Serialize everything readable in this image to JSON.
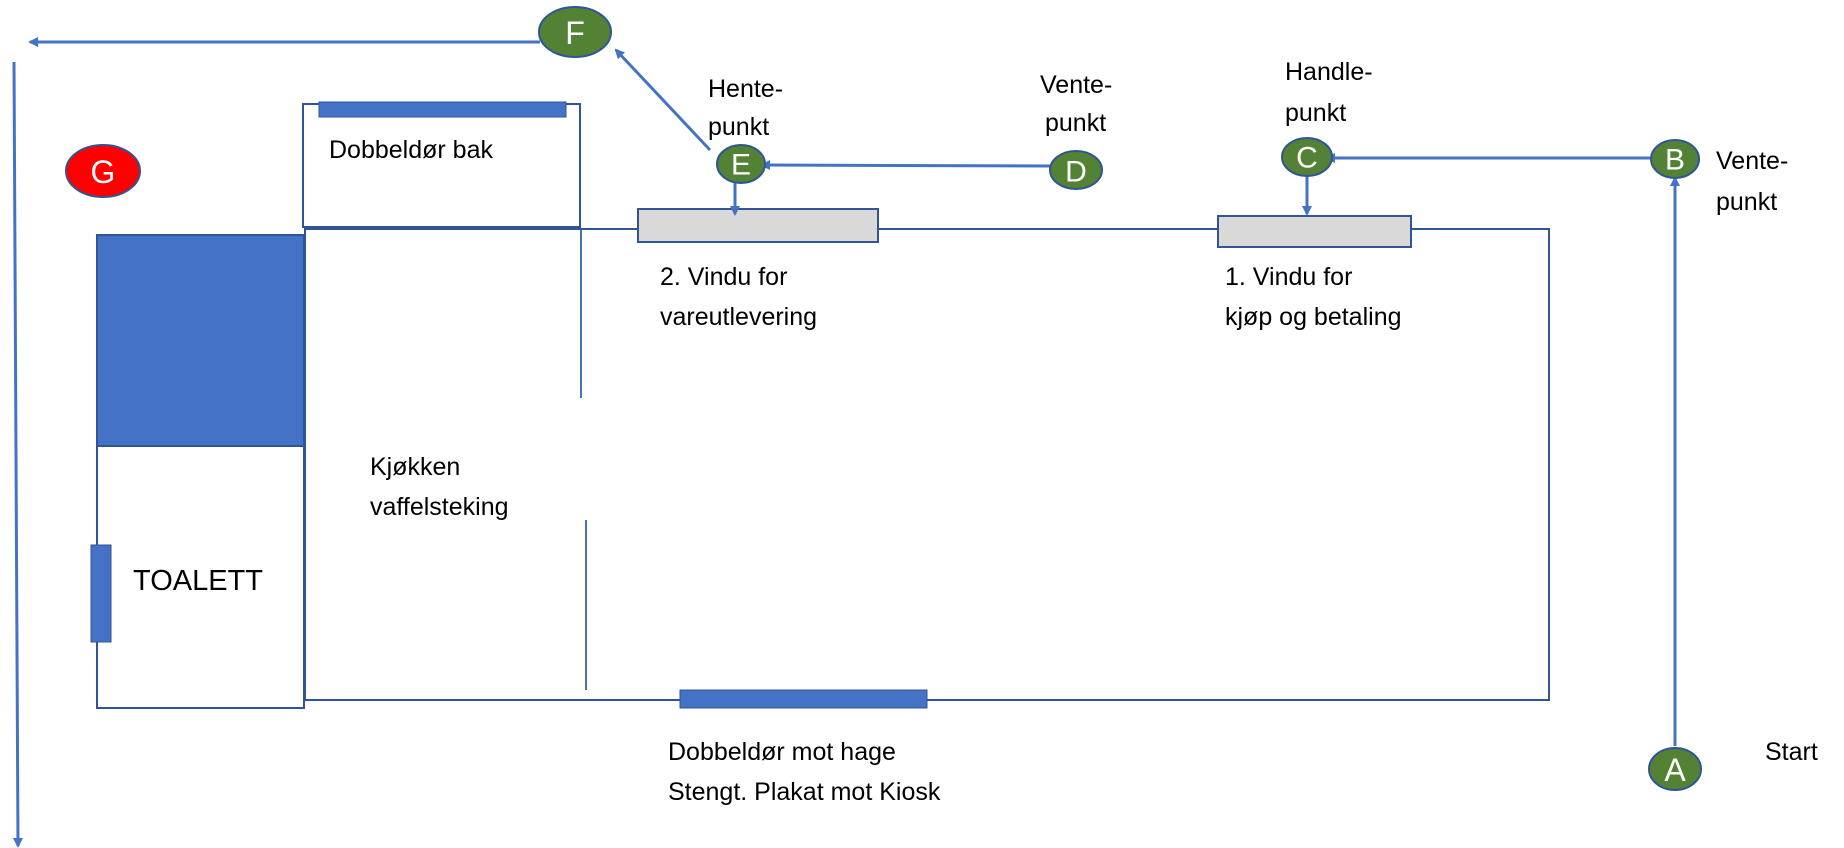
{
  "colors": {
    "stroke": "#2F5597",
    "fill_blue": "#4472C4",
    "arrow": "#4472C4",
    "window_fill": "#D9D9D9",
    "node_green": "#548235",
    "node_red": "#FF0000",
    "text": "#000000"
  },
  "nodes": {
    "a": "A",
    "b": "B",
    "c": "C",
    "d": "D",
    "e": "E",
    "f": "F",
    "g": "G"
  },
  "labels": {
    "hente": [
      "Hente-",
      "punkt"
    ],
    "vente_d": [
      "Vente-",
      "punkt"
    ],
    "handle": [
      "Handle-",
      "punkt"
    ],
    "vente_b": [
      "Vente-",
      "punkt"
    ],
    "start": "Start",
    "dobbeldor_bak": "Dobbeldør bak",
    "window2": [
      "2. Vindu for",
      "vareutlevering"
    ],
    "window1": [
      "1. Vindu for",
      "kjøp og betaling"
    ],
    "kjokken": [
      "Kjøkken",
      "vaffelsteking"
    ],
    "toalett": "TOALETT",
    "dobbeldor_hage": [
      "Dobbeldør mot hage",
      "Stengt. Plakat mot Kiosk"
    ]
  }
}
